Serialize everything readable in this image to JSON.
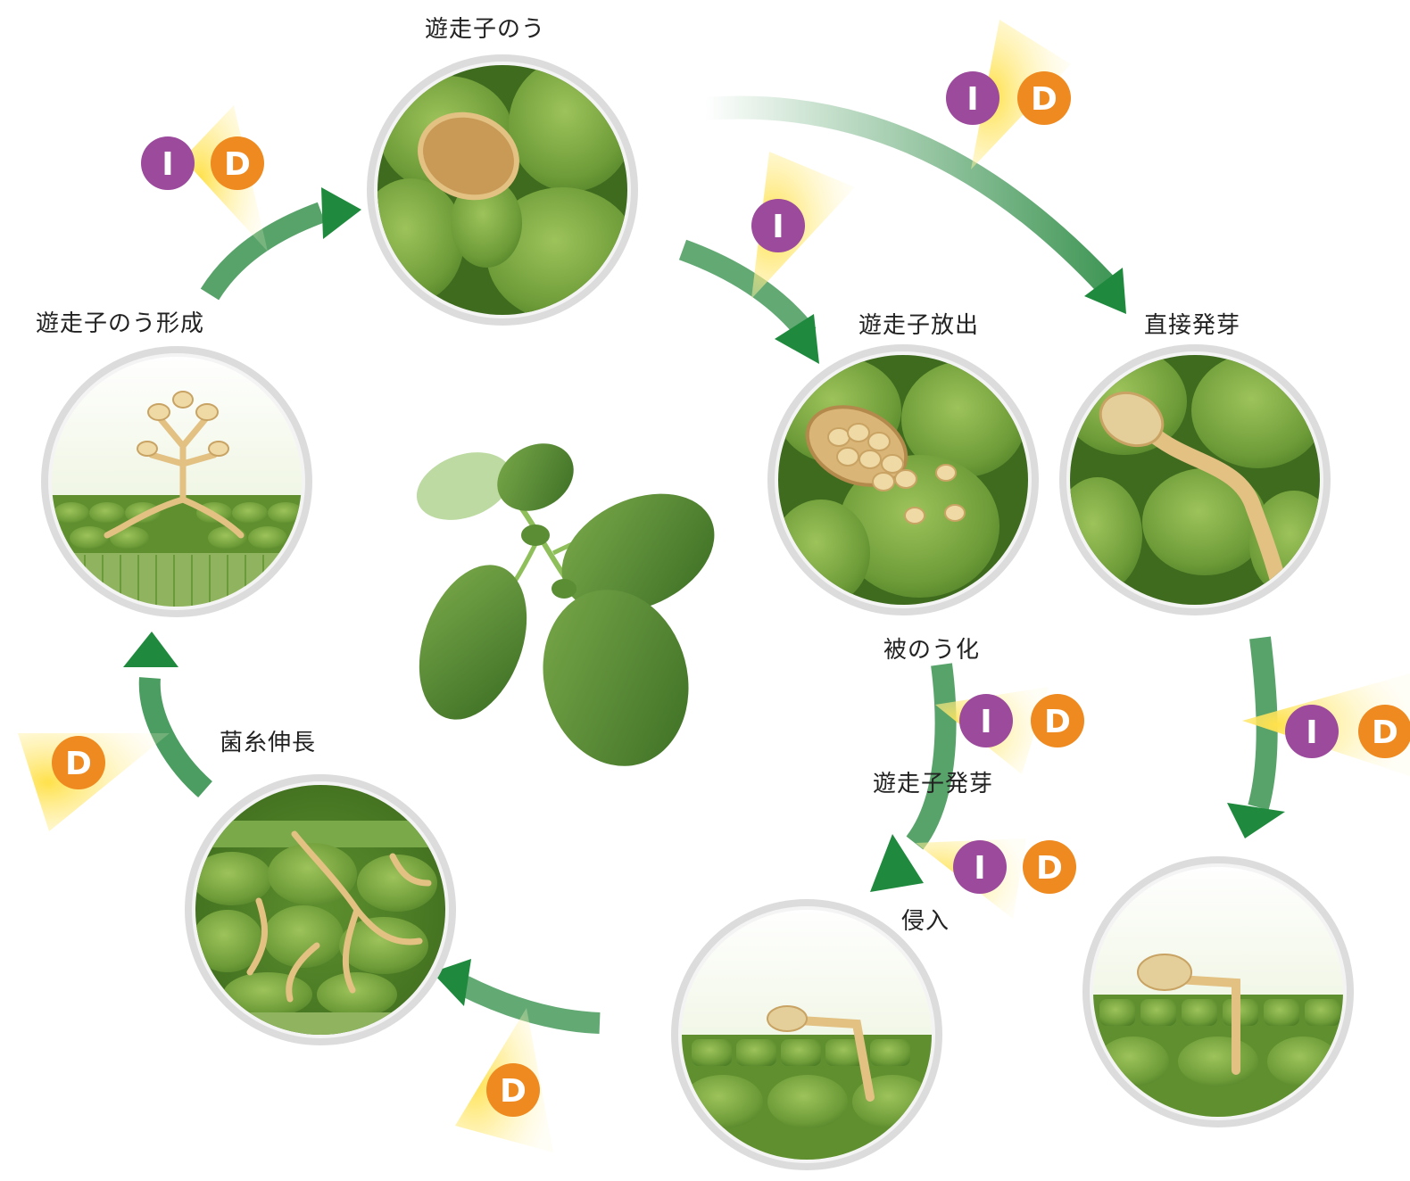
{
  "stages": {
    "sporangium": "遊走子のう",
    "zoospore_release": "遊走子放出",
    "direct_germination": "直接発芽",
    "sporangium_formation": "遊走子のう形成",
    "hyphal_growth": "菌糸伸長",
    "encystment": "被のう化",
    "zoospore_germination": "遊走子発芽",
    "penetration": "侵入"
  },
  "badge_letters": {
    "i": "I",
    "d": "D"
  },
  "colors": {
    "badge_i": "#9b4a9c",
    "badge_d": "#ee8a1f",
    "arrow": "#1f8a3e",
    "triangle": "#ffd21a",
    "circle_frame": "#d6d6d6",
    "tissue": "#6b9a3a",
    "pathogen": "#e8c98a"
  },
  "icons": [
    "plant-leaf-icon",
    "arrow-icon",
    "triangle-marker-icon"
  ]
}
